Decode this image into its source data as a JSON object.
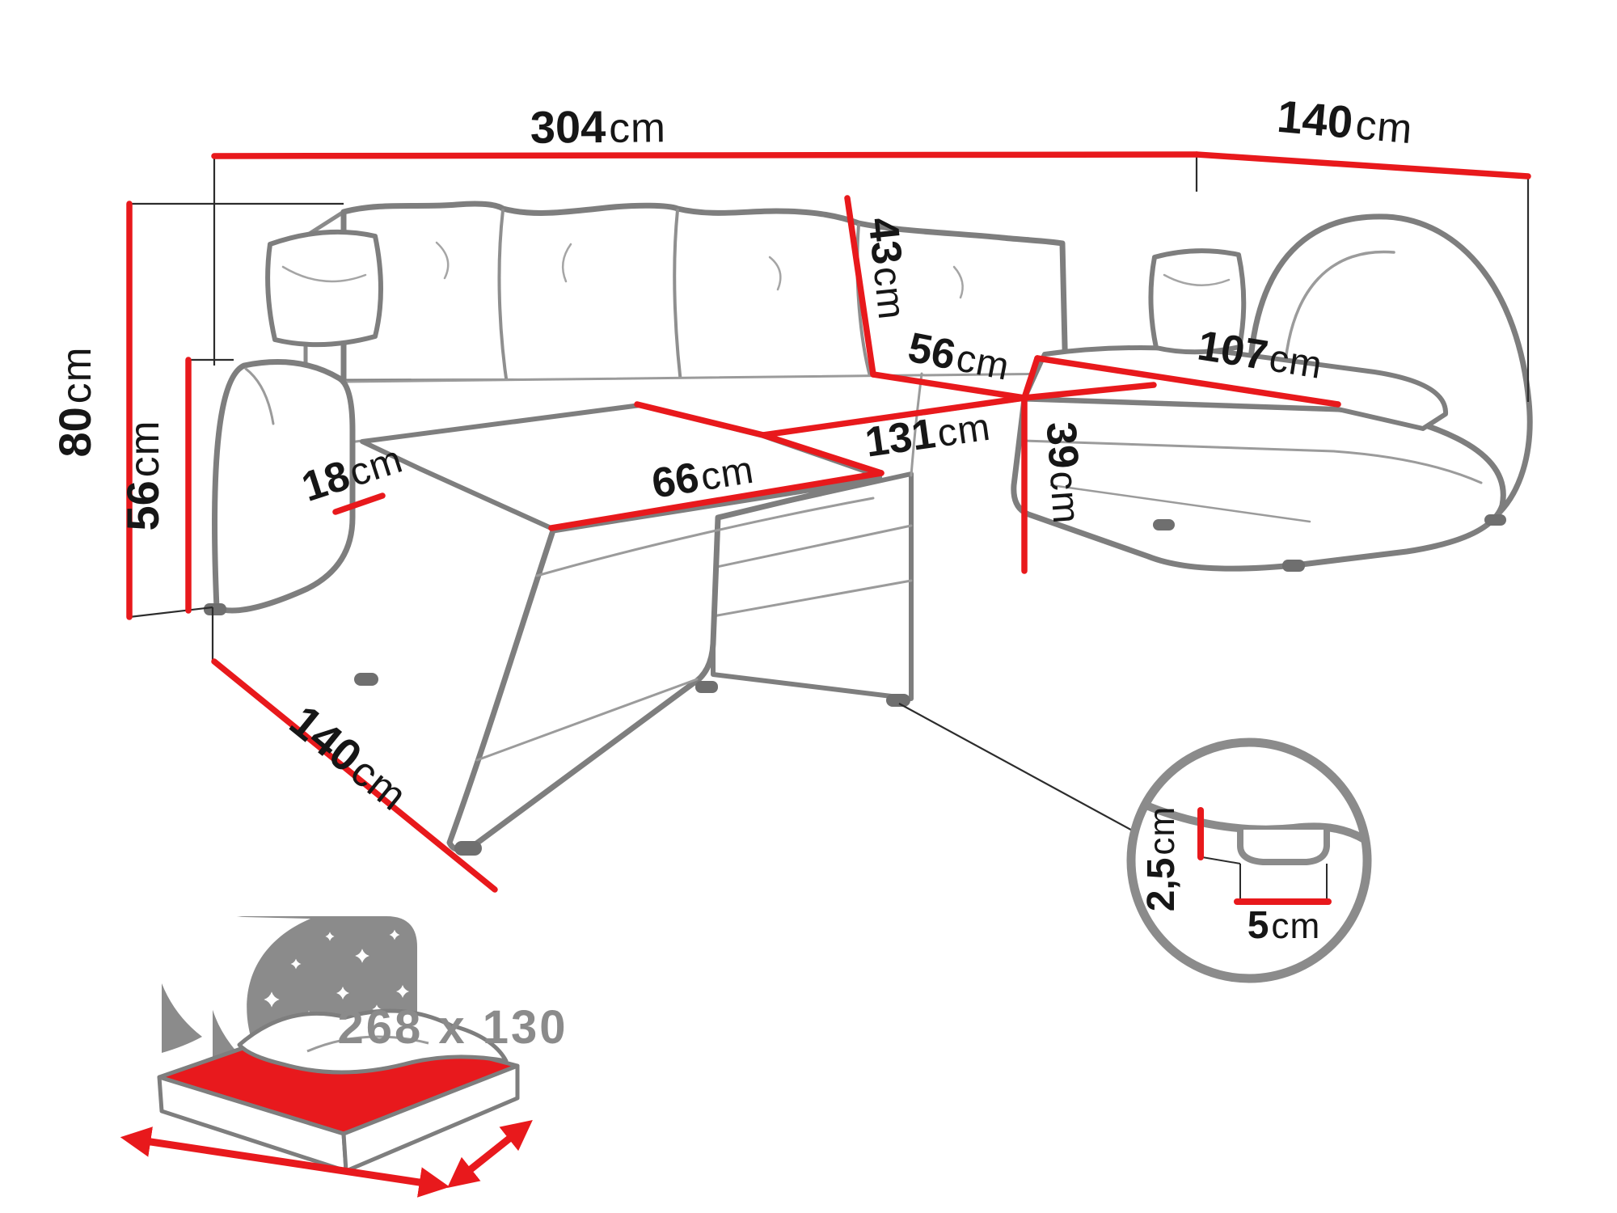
{
  "colors": {
    "dimension_red": "#e8191c",
    "outline_gray": "#7e7e7e",
    "detail_gray": "#8b8b8b",
    "label_black": "#161616",
    "sleep_text_gray": "#8b8b8b"
  },
  "dimensions": {
    "total_width": {
      "value": "304",
      "unit": "cm"
    },
    "depth_right": {
      "value": "140",
      "unit": "cm"
    },
    "total_height": {
      "value": "80",
      "unit": "cm"
    },
    "armrest_height": {
      "value": "56",
      "unit": "cm"
    },
    "armrest_width": {
      "value": "18",
      "unit": "cm"
    },
    "chaise_seat_width": {
      "value": "66",
      "unit": "cm"
    },
    "middle_seat_length": {
      "value": "131",
      "unit": "cm"
    },
    "backrest_height": {
      "value": "43",
      "unit": "cm"
    },
    "seat_depth": {
      "value": "56",
      "unit": "cm"
    },
    "seat_height": {
      "value": "39",
      "unit": "cm"
    },
    "right_chaise_length": {
      "value": "107",
      "unit": "cm"
    },
    "depth_left": {
      "value": "140",
      "unit": "cm"
    }
  },
  "leg_detail": {
    "leg_height": {
      "value": "2,5",
      "unit": "cm"
    },
    "leg_width": {
      "value": "5",
      "unit": "cm"
    }
  },
  "sleeping_area": {
    "label": "268 x 130"
  }
}
